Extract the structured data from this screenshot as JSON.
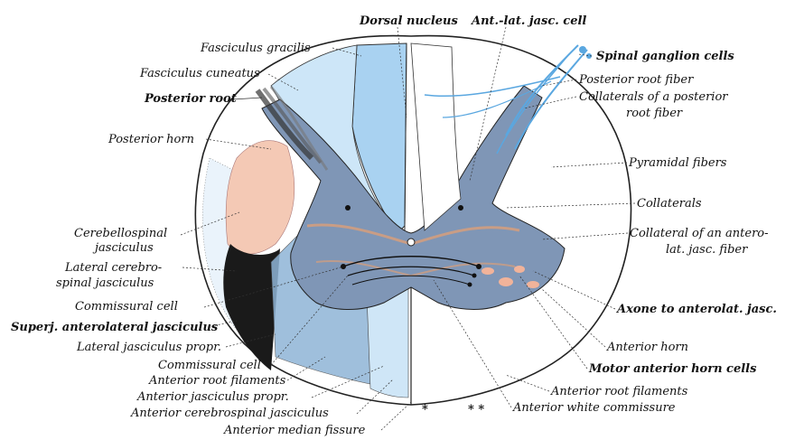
{
  "labels": {
    "dorsal_nucleus": "Dorsal nucleus",
    "ant_lat_jasc_cell": "Ant.-lat. jasc. cell",
    "fasciculus_gracilis": "Fasciculus gracilis",
    "fasciculus_cuneatus": "Fasciculus cuneatus",
    "posterior_root": "Posterior root",
    "posterior_horn": "Posterior horn",
    "cerebellospinal_1": "Cerebellospinal",
    "cerebellospinal_2": "jasciculus",
    "lateral_cerebro_1": "Lateral cerebro-",
    "lateral_cerebro_2": "spinal jasciculus",
    "commissural_cell_1": "Commissural cell",
    "superf_anterolateral": "Superj. anterolateral jasciculus",
    "lateral_jasc_propr": "Lateral jasciculus propr.",
    "commissural_cell_2": "Commissural cell",
    "anterior_root_filaments_left": "Anterior root filaments",
    "anterior_jasc_propr": "Anterior jasciculus propr.",
    "anterior_cerebrospinal": "Anterior cerebrospinal jasciculus",
    "anterior_median_fissure": "Anterior median fissure",
    "spinal_ganglion_cells": "Spinal ganglion cells",
    "posterior_root_fiber": "Posterior root fiber",
    "collaterals_posterior_1": "Collaterals of a posterior",
    "collaterals_posterior_2": "root fiber",
    "pyramidal_fibers": "Pyramidal fibers",
    "collaterals": "Collaterals",
    "collateral_antero_1": "Collateral of an antero-",
    "collateral_antero_2": "lat. jasc. fiber",
    "axone_anterolat": "Axone to anterolat. jasc.",
    "anterior_horn": "Anterior horn",
    "motor_anterior_horn_cells": "Motor anterior horn cells",
    "anterior_root_filaments_right": "Anterior root filaments",
    "anterior_white_commissure": "Anterior white commissure",
    "star_single": "*",
    "star_double": "* *"
  },
  "colors": {
    "fiber_blue": "#5aa7e0",
    "light_blue": "#cfe6f7",
    "salmon": "#f4c9b5",
    "black_tract": "#1a1a1a",
    "gray_matter": "#7f8fa6",
    "orange_fibers": "#e8a070",
    "outline": "#222222"
  }
}
